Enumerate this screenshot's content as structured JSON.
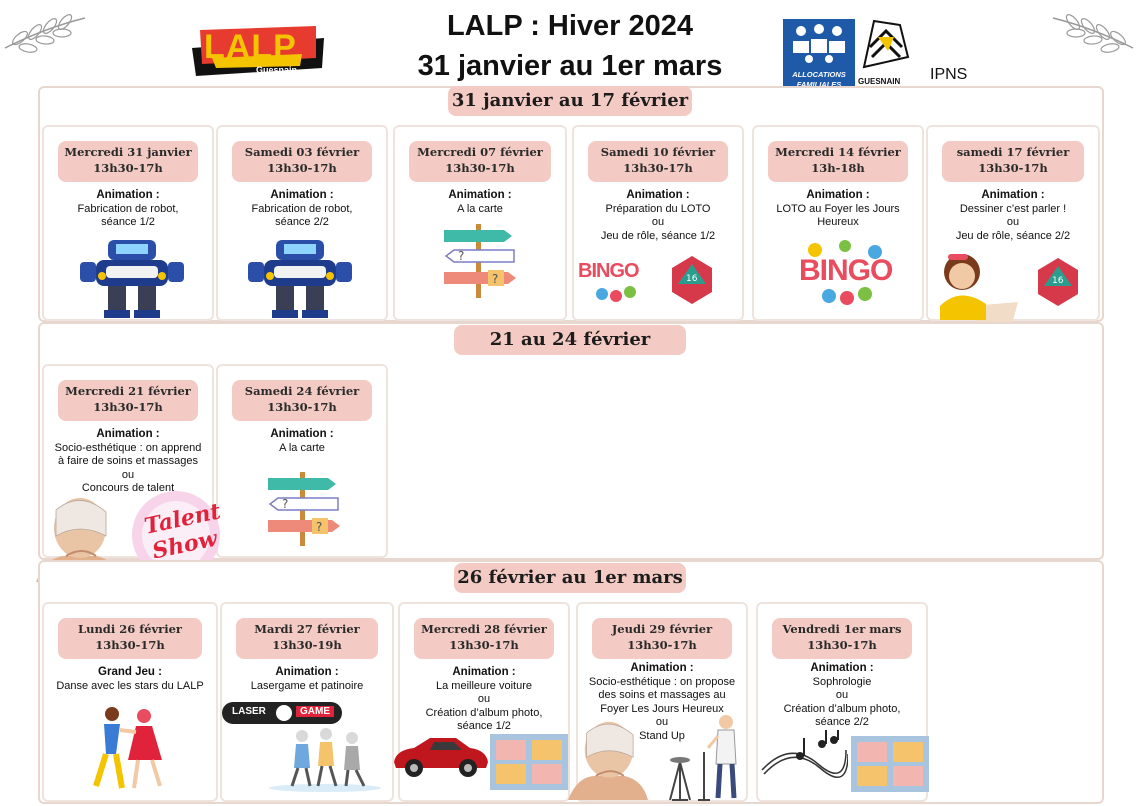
{
  "header": {
    "title_line1": "LALP : Hiver 2024",
    "title_line2": "31 janvier au 1er mars",
    "ipns": "IPNS",
    "logo_lalp_text": "LALP",
    "logo_lalp_sub": "Guesnain",
    "logo_caf_text1": "ALLOCATIONS",
    "logo_caf_text2": "FAMILIALES",
    "logo_guesnain_text": "GUESNAIN"
  },
  "sections": [
    {
      "title": "31 janvier au 17 février",
      "cards": [
        {
          "date": "Mercredi 31 janvier",
          "time": "13h30-17h",
          "label": "Animation :",
          "lines": [
            "Fabrication de robot,",
            "séance 1/2"
          ]
        },
        {
          "date": "Samedi 03 février",
          "time": "13h30-17h",
          "label": "Animation :",
          "lines": [
            "Fabrication de robot,",
            "séance 2/2"
          ]
        },
        {
          "date": "Mercredi 07 février",
          "time": "13h30-17h",
          "label": "Animation :",
          "lines": [
            "A la carte"
          ]
        },
        {
          "date": "Samedi 10 février",
          "time": "13h30-17h",
          "label": "Animation :",
          "lines": [
            "Préparation du LOTO",
            "ou",
            "Jeu de rôle, séance 1/2"
          ]
        },
        {
          "date": "Mercredi 14 février",
          "time": "13h-18h",
          "label": "Animation :",
          "lines": [
            "LOTO au Foyer les Jours",
            "Heureux"
          ]
        },
        {
          "date": "samedi 17 février",
          "time": "13h30-17h",
          "label": "Animation :",
          "lines": [
            "Dessiner c’est parler !",
            "ou",
            "Jeu de rôle, séance 2/2"
          ]
        }
      ]
    },
    {
      "title": "21 au 24 février",
      "cards": [
        {
          "date": "Mercredi 21 février",
          "time": "13h30-17h",
          "label": "Animation :",
          "lines": [
            "Socio-esthétique : on apprend",
            "à faire de soins et massages",
            "ou",
            "Concours de talent"
          ]
        },
        {
          "date": "Samedi 24 février",
          "time": "13h30-17h",
          "label": "Animation :",
          "lines": [
            "A la carte"
          ]
        }
      ]
    },
    {
      "title": "26 février au 1er mars",
      "cards": [
        {
          "date": "Lundi 26 février",
          "time": "13h30-17h",
          "label": "Grand Jeu :",
          "lines": [
            "Danse avec les stars du LALP"
          ]
        },
        {
          "date": "Mardi 27 février",
          "time": "13h30-19h",
          "label": "Animation :",
          "lines": [
            "Lasergame et patinoire"
          ]
        },
        {
          "date": "Mercredi 28 février",
          "time": "13h30-17h",
          "label": "Animation :",
          "lines": [
            "La meilleure voiture",
            "ou",
            "Création d’album photo,",
            "séance 1/2"
          ]
        },
        {
          "date": "Jeudi 29 février",
          "time": "13h30-17h",
          "label": "Animation :",
          "lines": [
            "Socio-esthétique : on propose",
            "des soins et massages au",
            "Foyer Les Jours Heureux",
            "ou",
            "Stand Up"
          ]
        },
        {
          "date": "Vendredi 1er mars",
          "time": "13h30-17h",
          "label": "Animation :",
          "lines": [
            "Sophrologie",
            "ou",
            "Création d’album photo,",
            "séance 2/2"
          ]
        }
      ]
    }
  ],
  "images": {
    "bingo_text": "BINGO",
    "talent_text1": "Talent",
    "talent_text2": "Show",
    "laser_text1": "LASER",
    "laser_text2": "GAME"
  },
  "colors": {
    "pill": "#f3cbc4",
    "border": "#e8d7cf"
  }
}
